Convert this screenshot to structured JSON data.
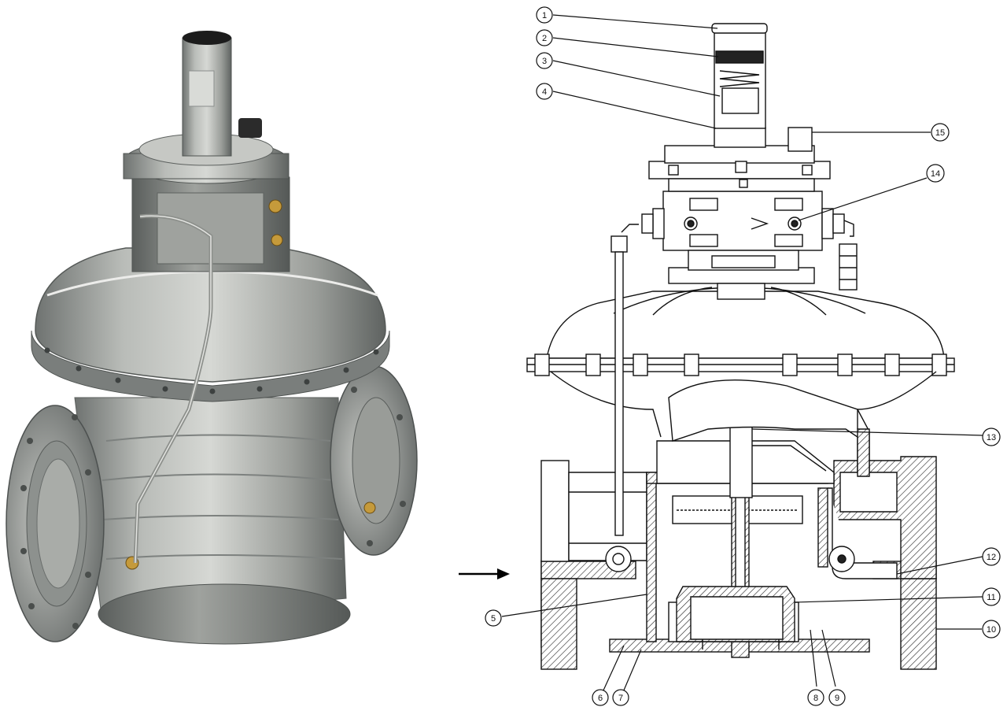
{
  "photo": {
    "subject": "gas-pressure-regulator-photo"
  },
  "diagram": {
    "flow_direction": "left-to-right",
    "callouts": [
      {
        "id": "c1",
        "label": "1"
      },
      {
        "id": "c2",
        "label": "2"
      },
      {
        "id": "c3",
        "label": "3"
      },
      {
        "id": "c4",
        "label": "4"
      },
      {
        "id": "c5",
        "label": "5"
      },
      {
        "id": "c6",
        "label": "6"
      },
      {
        "id": "c7",
        "label": "7"
      },
      {
        "id": "c8",
        "label": "8"
      },
      {
        "id": "c9",
        "label": "9"
      },
      {
        "id": "c10",
        "label": "10"
      },
      {
        "id": "c11",
        "label": "11"
      },
      {
        "id": "c12",
        "label": "12"
      },
      {
        "id": "c13",
        "label": "13"
      },
      {
        "id": "c14",
        "label": "14"
      },
      {
        "id": "c15",
        "label": "15"
      }
    ]
  }
}
